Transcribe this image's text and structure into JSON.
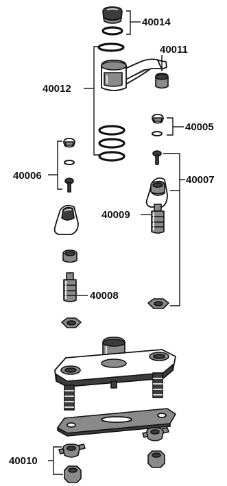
{
  "parts": {
    "p40014": "40014",
    "p40011": "40011",
    "p40012": "40012",
    "p40005": "40005",
    "p40006": "40006",
    "p40007": "40007",
    "p40009": "40009",
    "p40008": "40008",
    "p40010": "40010"
  }
}
